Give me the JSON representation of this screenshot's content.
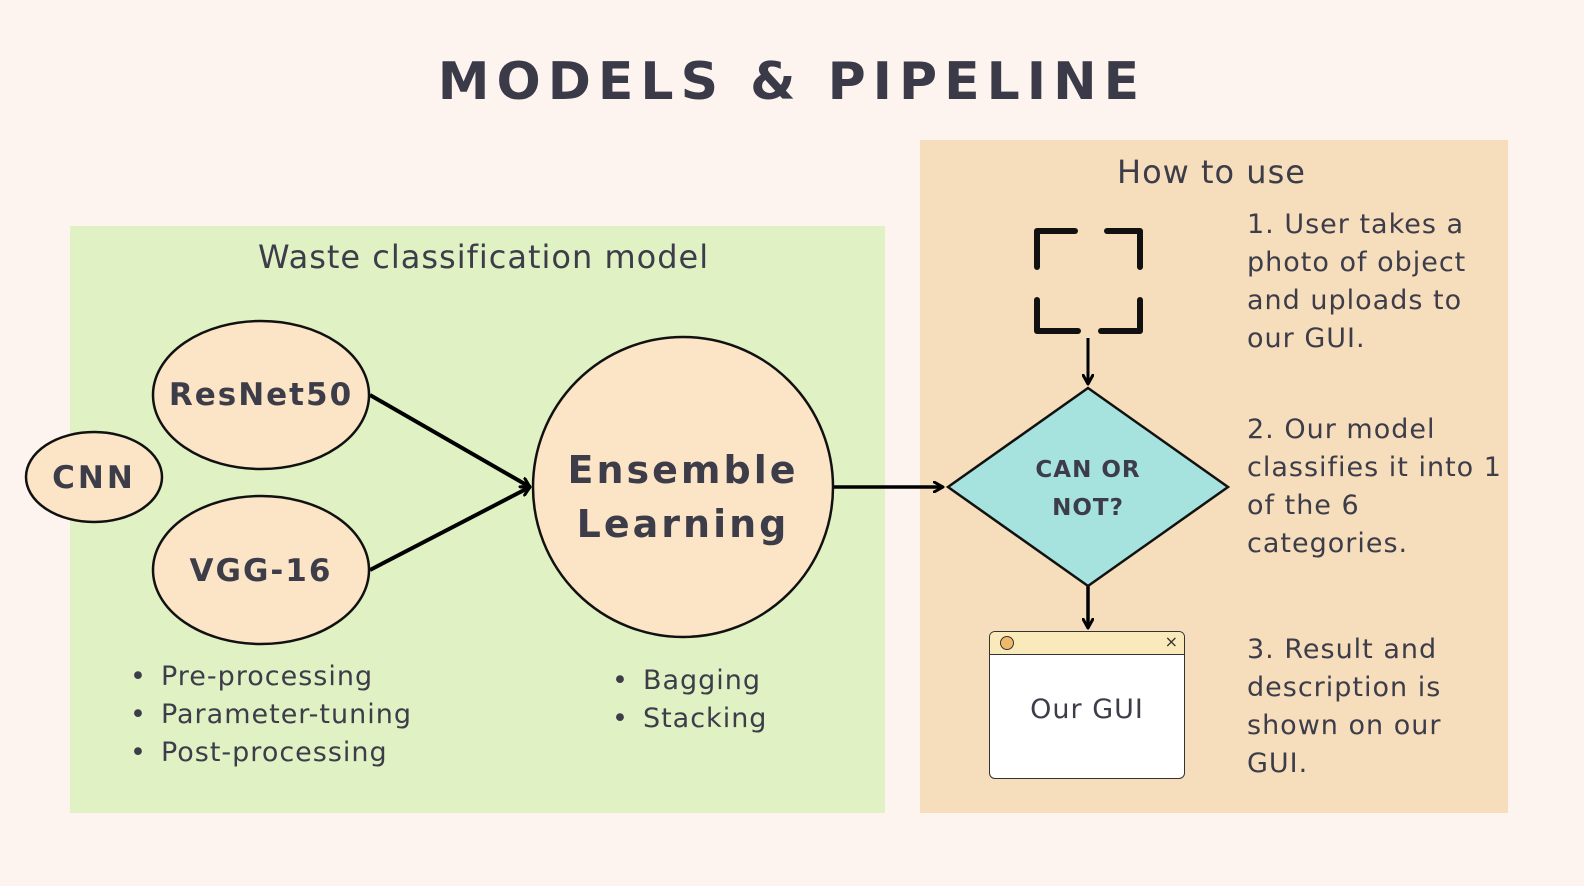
{
  "title": "MODELS & PIPELINE",
  "left_panel": {
    "title": "Waste classification model",
    "color": "#e0f1c4",
    "nodes": {
      "cnn": "CNN",
      "resnet": "ResNet50",
      "vgg": "VGG-16",
      "ensemble_line1": "Ensemble",
      "ensemble_line2": "Learning"
    },
    "model_bullets": [
      "Pre-processing",
      "Parameter-tuning",
      "Post-processing"
    ],
    "ensemble_bullets": [
      "Bagging",
      "Stacking"
    ]
  },
  "right_panel": {
    "title": "How to use",
    "color": "#f6ddbb",
    "decision_line1": "CAN OR",
    "decision_line2": "NOT?",
    "gui_label": "Our GUI",
    "gui_close": "×",
    "steps": [
      "1. User takes a photo of object and uploads to our GUI.",
      "2. Our model classifies it into 1 of the 6 categories.",
      "3. Result and description is shown on our GUI."
    ]
  },
  "colors": {
    "node_fill": "#fbe5c6",
    "decision_fill": "#a6e2de",
    "text": "#3d3d4a"
  },
  "icons": {
    "camera_frame": "scan-frame-icon"
  }
}
